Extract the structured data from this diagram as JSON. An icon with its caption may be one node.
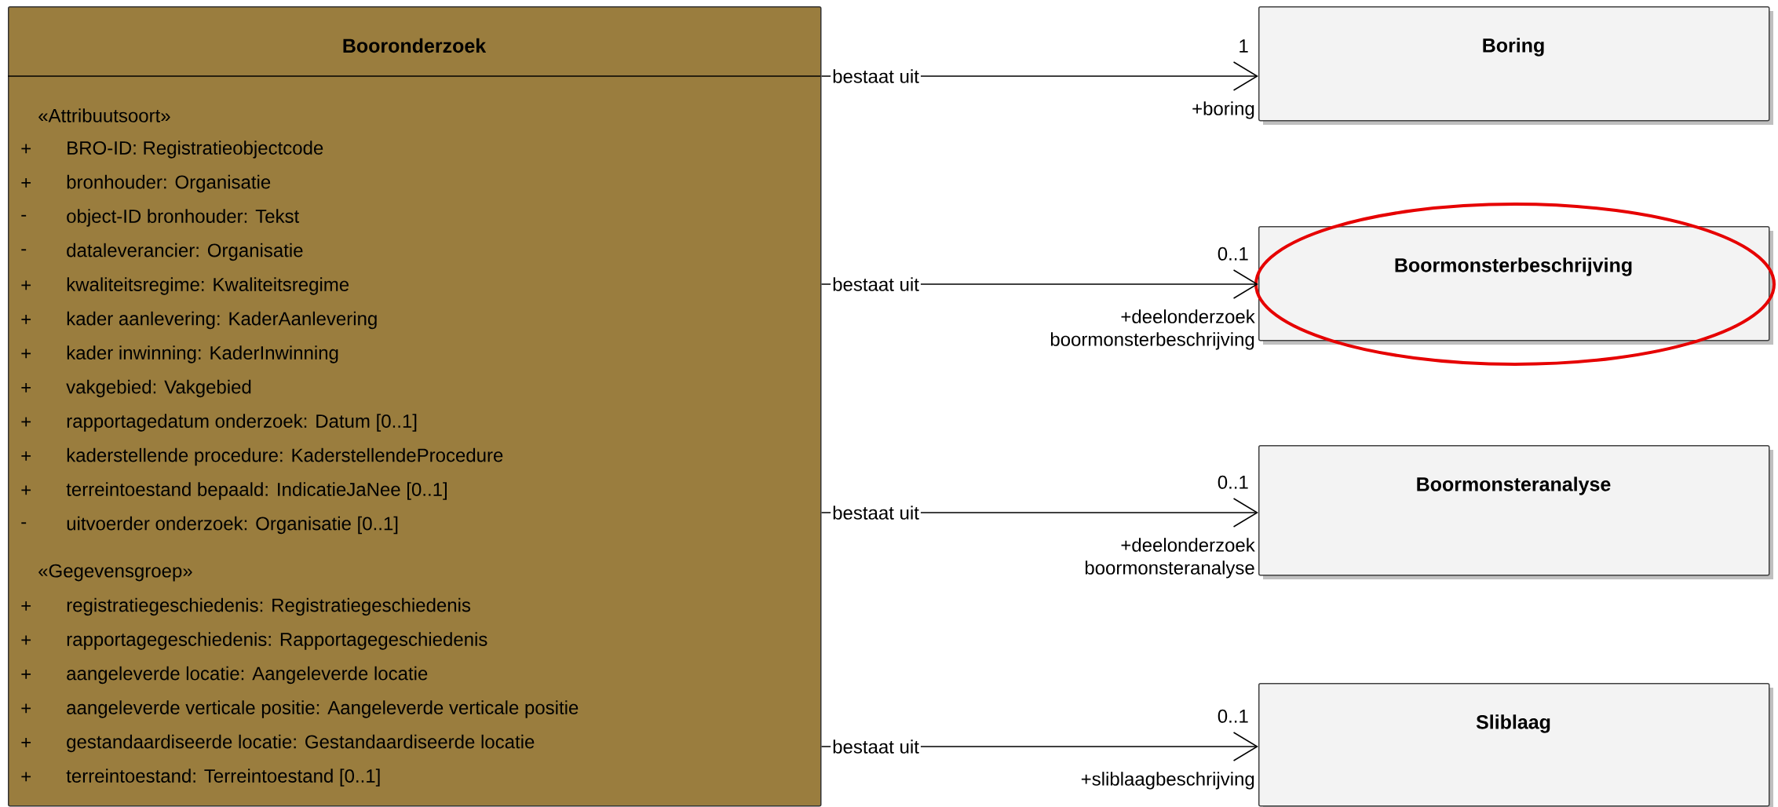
{
  "diagram": {
    "nodes": [
      {
        "text": [
          "Booronderzoek",
          "«Attribuutsoort»",
          "+",
          "BRO-ID: Registratieobjectcode",
          "+",
          "bronhouder: Organisatie",
          "-",
          "object-ID bronhouder: Tekst",
          "-",
          "dataleverancier: Organisatie",
          "+",
          "kwaliteitsregime: Kwaliteitsregime",
          "+",
          "kader aanlevering: KaderAanlevering",
          "+",
          "kader inwinning: KaderInwinning",
          "+",
          "vakgebied: Vakgebied",
          "+",
          "rapportagedatum onderzoek: Datum [0..1]",
          "+",
          "kaderstellende procedure: KaderstellendeProcedure",
          "+",
          "terreintoestand bepaald: IndicatieJaNee [0..1]",
          "-",
          "uitvoerder onderzoek: Organisatie [0..1]",
          "«Gegevensgroep»",
          "+",
          "registratiegeschiedenis: Registratiegeschiedenis",
          "+",
          "rapportagegeschiedenis: Rapportagegeschiedenis",
          "+",
          "aangeleverde locatie: Aangeleverde locatie",
          "+",
          "aangeleverde verticale positie: Aangeleverde verticale positie",
          "+",
          "gestandaardiseerde locatie: Gestandaardiseerde locatie",
          "+",
          "terreintoestand: Terreintoestand [0..1]"
        ]
      },
      {
        "text": [
          "Boring"
        ],
        "beside": [
          "1",
          "+boring"
        ]
      },
      {
        "text": [
          "Boormonsterbeschrijving"
        ],
        "beside": [
          "0..1",
          "+deelonderzoek boormonsterbeschrijving"
        ]
      },
      {
        "text": [
          "Boormonsteranalyse"
        ],
        "beside": [
          "0..1",
          "+deelonderzoek boormonsteranalyse"
        ]
      },
      {
        "text": [
          "Sliblaag"
        ],
        "beside": [
          "0..1",
          "+sliblaagbeschrijving"
        ]
      }
    ],
    "edges": [
      {
        "from": 0,
        "to": 1,
        "arrow": "to",
        "label": "bestaat uit"
      },
      {
        "from": 0,
        "to": 2,
        "arrow": "to",
        "label": "bestaat uit"
      },
      {
        "from": 0,
        "to": 3,
        "arrow": "to",
        "label": "bestaat uit"
      },
      {
        "from": 0,
        "to": 4,
        "arrow": "to",
        "label": "bestaat uit"
      }
    ]
  }
}
